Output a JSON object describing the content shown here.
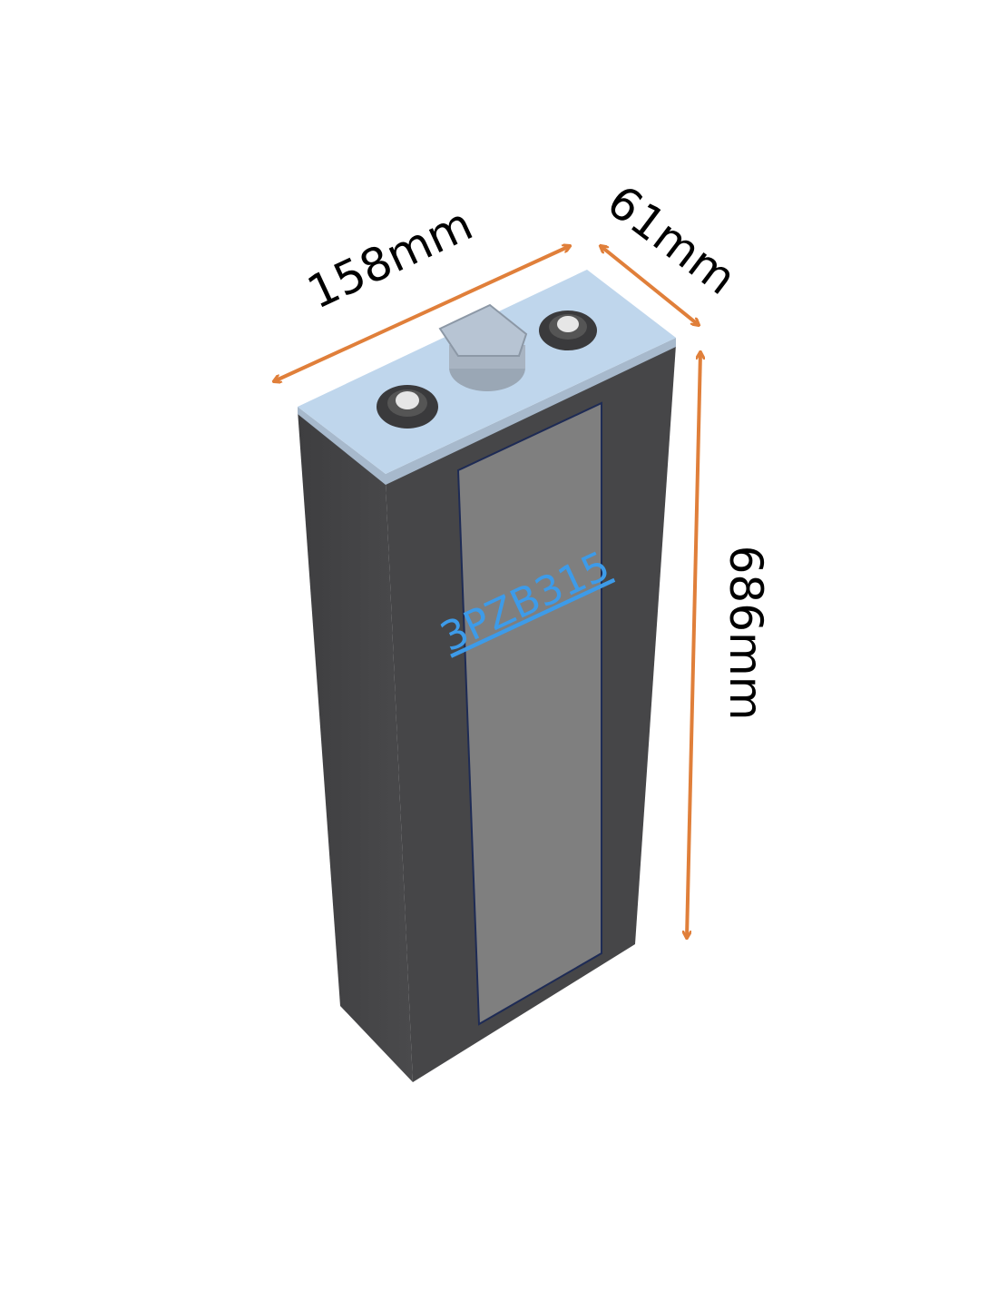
{
  "product": {
    "model_label": "3PZB315",
    "model_label_color": "#3d9be9"
  },
  "dimensions": {
    "length": "158mm",
    "width": "61mm",
    "height": "686mm",
    "arrow_color": "#e07f3a"
  },
  "colors": {
    "case": "#454547",
    "lid": "#bfd6ec",
    "label_panel": "#7f7f7f"
  }
}
